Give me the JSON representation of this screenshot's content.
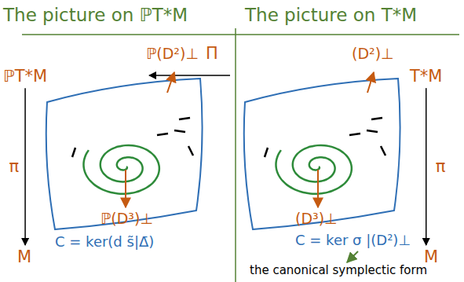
{
  "diagram": {
    "nodes": [
      {
        "text": [
          "ℙT*M"
        ]
      },
      {
        "text": [
          "M"
        ]
      },
      {
        "text": [
          "T*M"
        ]
      },
      {
        "text": [
          "M"
        ]
      }
    ],
    "edges": [
      {
        "from": 0,
        "to": 1,
        "arrow": "to",
        "label": "π"
      },
      {
        "from": 2,
        "to": 3,
        "arrow": "to",
        "label": "π"
      }
    ],
    "labels": [
      "The picture on ℙT*M",
      "The picture on T*M",
      "Π",
      "ℙ(D²)⊥",
      "ℙ(D³)⊥",
      "C = ker(d s̃|Δ̄)",
      "(D²)⊥",
      "(D³)⊥",
      "C = ker σ |(D²)⊥",
      "the canonical symplectic form"
    ]
  }
}
